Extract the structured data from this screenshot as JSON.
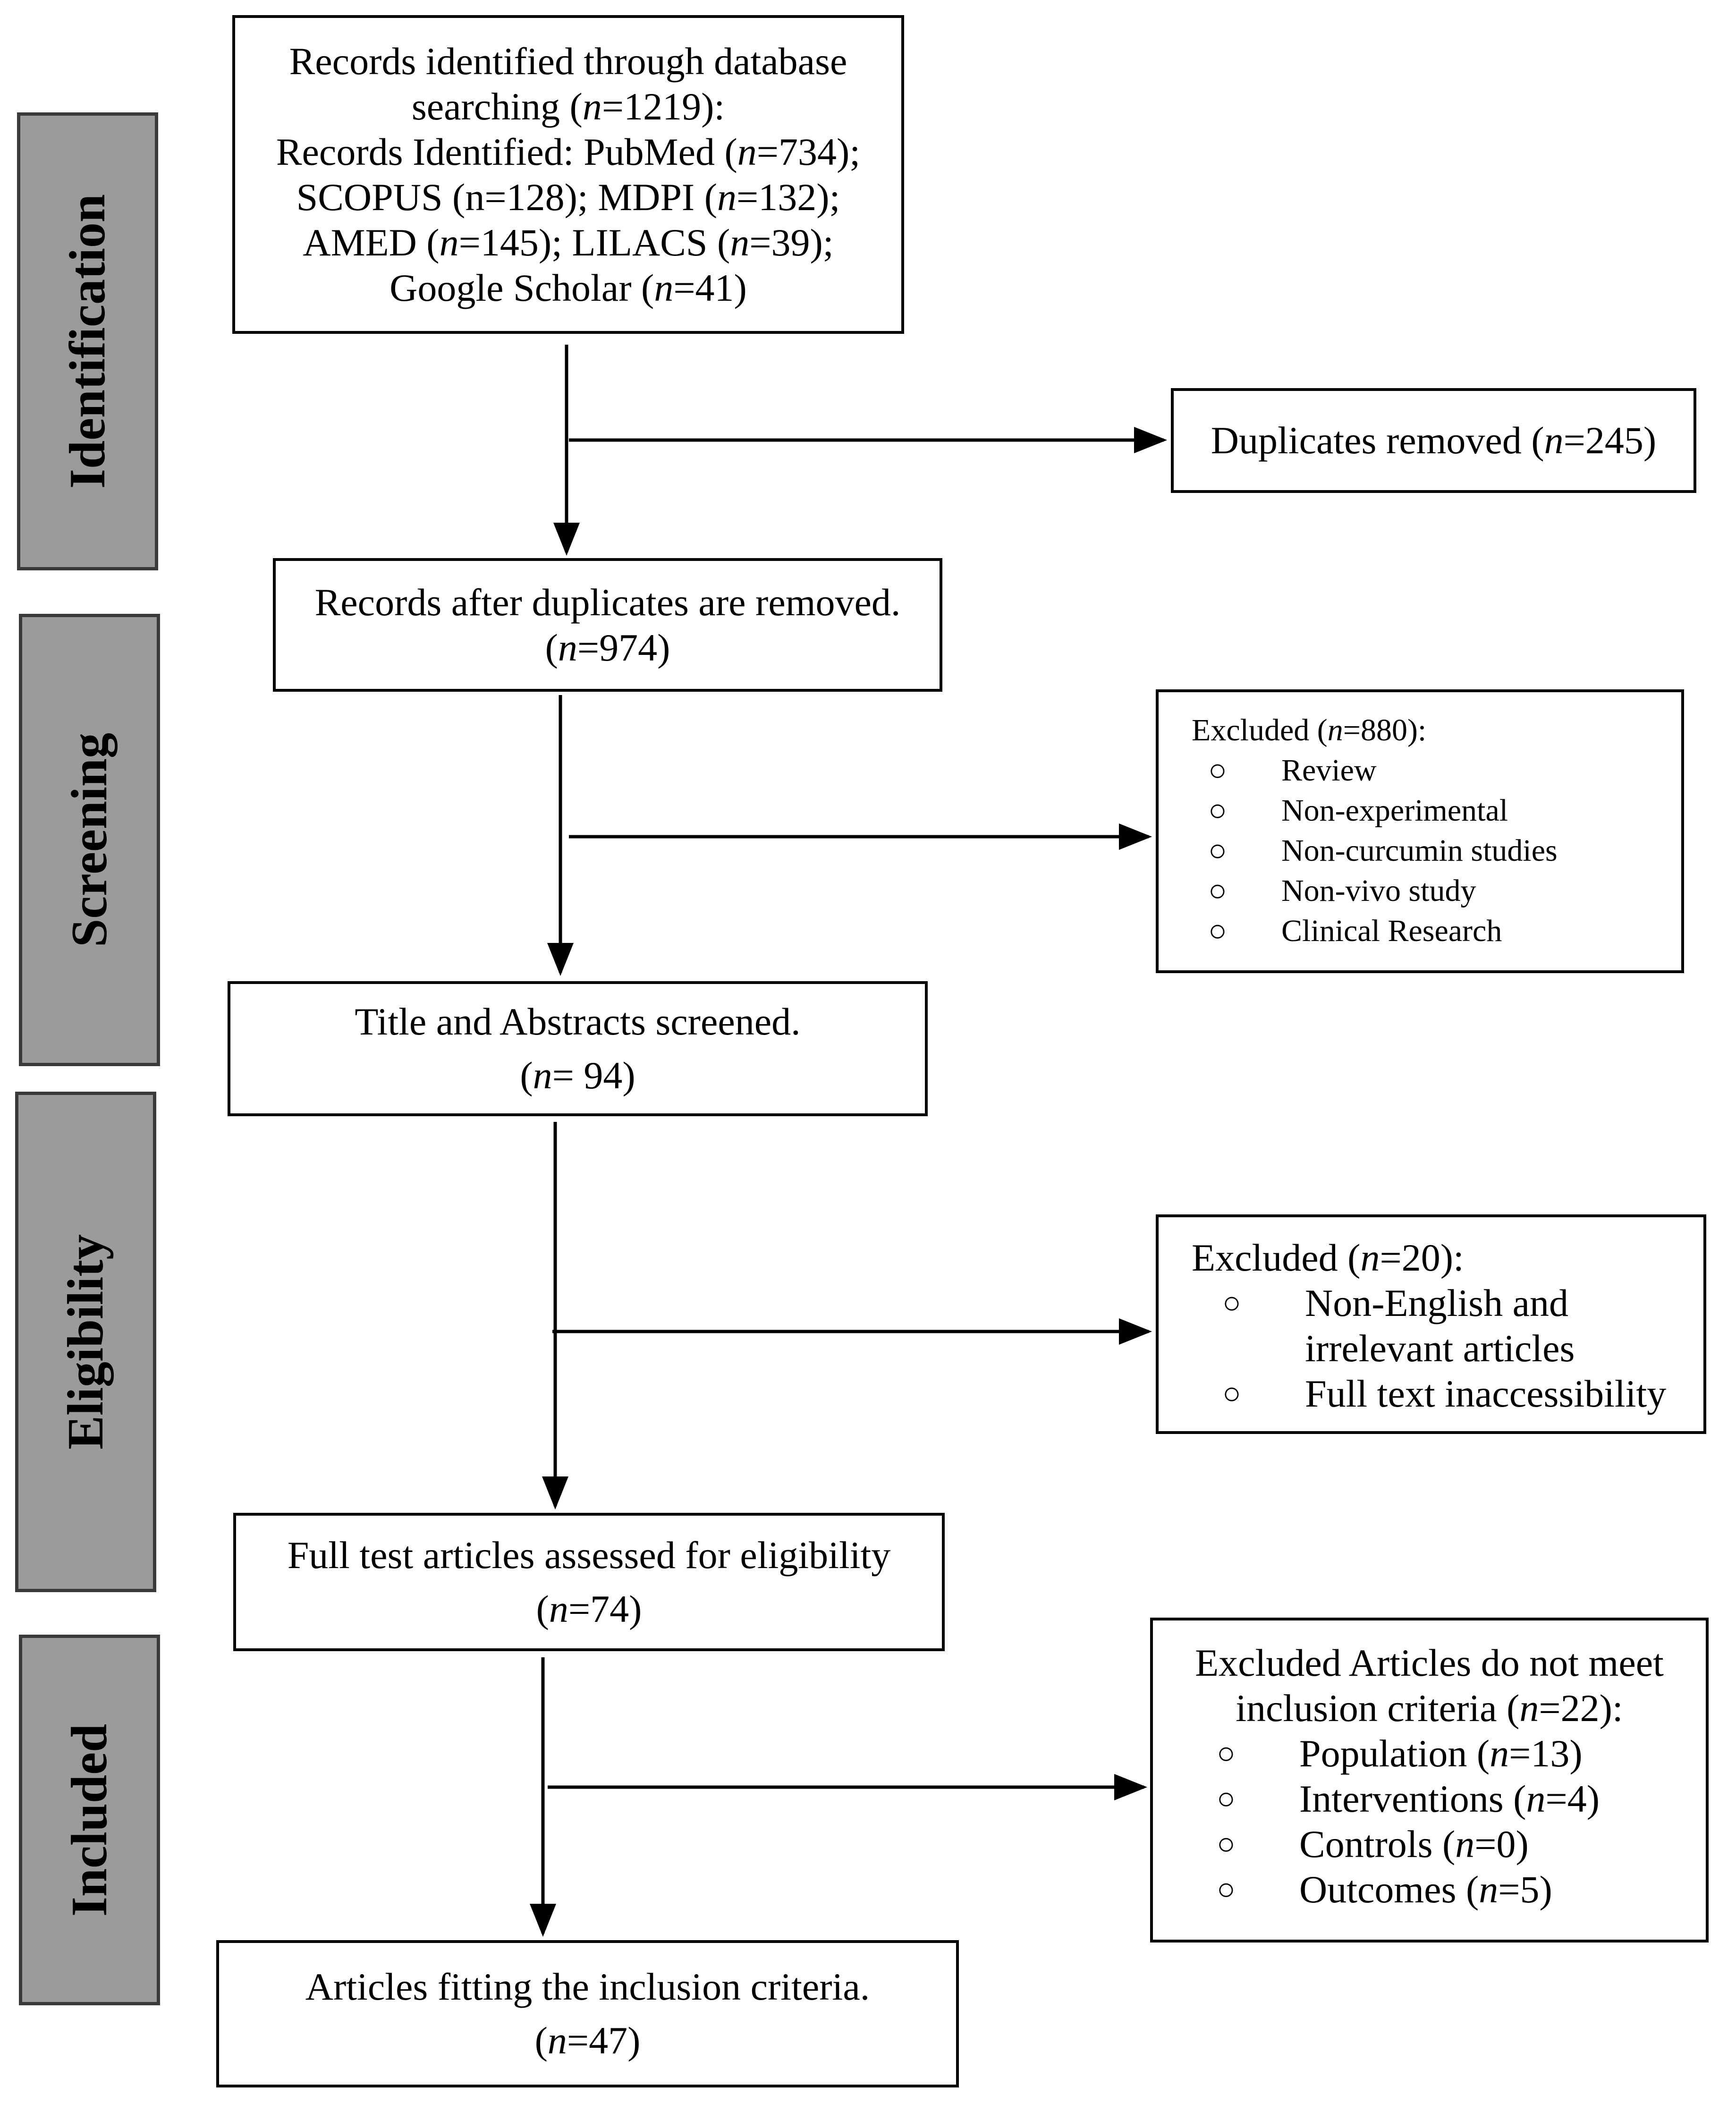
{
  "phases": [
    {
      "label": "Identification"
    },
    {
      "label": "Screening"
    },
    {
      "label": "Eligibility"
    },
    {
      "label": "Included"
    }
  ],
  "identification": {
    "line1": "Records identified through database",
    "line2a": "searching (",
    "n": "n",
    "line2b": "=1219):",
    "line3a": "Records Identified: PubMed (",
    "line3b": "=734);",
    "line4a": "SCOPUS (n=128); MDPI (",
    "line4b": "=132);",
    "line5a": "AMED (",
    "line5b": "=145); LILACS (",
    "line5c": "=39);",
    "line6a": "Google Scholar (",
    "line6b": "=41)"
  },
  "duplicates": {
    "a": "Duplicates removed (",
    "n": "n",
    "b": "=245)"
  },
  "after_duplicates": {
    "line1": "Records after duplicates are removed.",
    "a": "(",
    "n": "n",
    "b": "=974)"
  },
  "excluded_screening": {
    "head_a": "Excluded (",
    "n": "n",
    "head_b": "=880):",
    "bullet": "○",
    "items": [
      "Review",
      "Non-experimental",
      "Non-curcumin studies",
      "Non-vivo study",
      "Clinical Research"
    ]
  },
  "screened": {
    "line1": "Title and Abstracts screened.",
    "a": "(",
    "n": "n",
    "b": "= 94)"
  },
  "excluded_eligibility": {
    "head_a": "Excluded (",
    "n": "n",
    "head_b": "=20):",
    "bullet": "○",
    "item1_line1": "Non-English and",
    "item1_line2": "irrelevant articles",
    "item2": "Full text inaccessibility"
  },
  "full_text": {
    "line1": "Full test articles assessed for eligibility",
    "a": "(",
    "n": "n",
    "b": "=74)"
  },
  "excluded_included": {
    "line1": "Excluded Articles do not meet",
    "line2a": "inclusion criteria (",
    "n": "n",
    "line2b": "=22):",
    "bullet": "○",
    "items": [
      {
        "a": "Population (",
        "b": "=13)"
      },
      {
        "a": "Interventions (",
        "b": "=4)"
      },
      {
        "a": "Controls (",
        "b": "=0)"
      },
      {
        "a": "Outcomes (",
        "b": "=5)"
      }
    ]
  },
  "final": {
    "line1": "Articles fitting the inclusion criteria.",
    "a": "(",
    "n": "n",
    "b": "=47)"
  }
}
